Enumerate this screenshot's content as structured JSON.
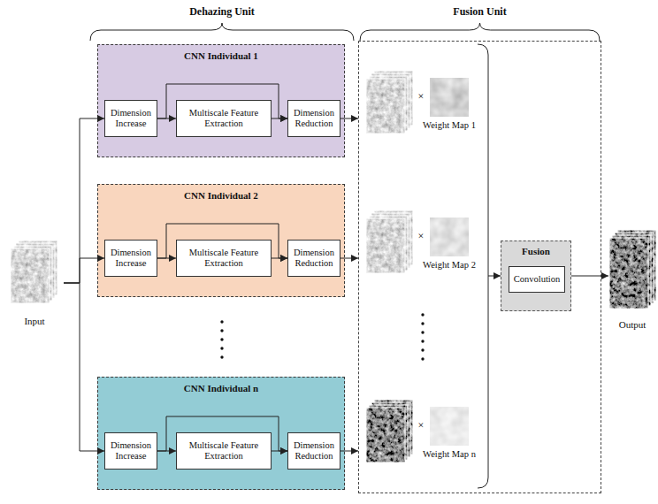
{
  "diagram": {
    "nodes": [
      {
        "text": [
          "Input"
        ]
      },
      {
        "text": [
          "Dehazing Unit"
        ]
      },
      {
        "text": [
          "CNN Individual 1"
        ],
        "in": 1
      },
      {
        "text": [
          "Dimension Increase"
        ],
        "in": 2
      },
      {
        "text": [
          "Multiscale Feature Extraction"
        ],
        "in": 2
      },
      {
        "text": [
          "Dimension Reduction"
        ],
        "in": 2
      },
      {
        "text": [
          "CNN Individual 2"
        ],
        "in": 1
      },
      {
        "text": [
          "Dimension Increase"
        ],
        "in": 6
      },
      {
        "text": [
          "Multiscale Feature Extraction"
        ],
        "in": 6
      },
      {
        "text": [
          "Dimension Reduction"
        ],
        "in": 6
      },
      {
        "text": [
          "CNN Individual n"
        ],
        "in": 1
      },
      {
        "text": [
          "Dimension Increase"
        ],
        "in": 10
      },
      {
        "text": [
          "Multiscale Feature Extraction"
        ],
        "in": 10
      },
      {
        "text": [
          "Dimension Reduction"
        ],
        "in": 10
      },
      {
        "text": [
          "Fusion Unit"
        ]
      },
      {
        "text": [
          "Fusion"
        ],
        "in": 14
      },
      {
        "text": [
          "Convolution"
        ],
        "in": 15
      },
      {
        "text": [
          "Output"
        ]
      }
    ],
    "edges": [
      {
        "from": 0,
        "to": 3,
        "arrow": "to"
      },
      {
        "from": 0,
        "to": 7,
        "arrow": "to"
      },
      {
        "from": 0,
        "to": 11,
        "arrow": "to"
      },
      {
        "from": 3,
        "to": 4,
        "arrow": "to"
      },
      {
        "from": 4,
        "to": 5,
        "arrow": "to"
      },
      {
        "from": 3,
        "to": 5,
        "arrow": "to"
      },
      {
        "from": 7,
        "to": 8,
        "arrow": "to"
      },
      {
        "from": 8,
        "to": 9,
        "arrow": "to"
      },
      {
        "from": 7,
        "to": 9,
        "arrow": "to"
      },
      {
        "from": 11,
        "to": 12,
        "arrow": "to"
      },
      {
        "from": 12,
        "to": 13,
        "arrow": "to"
      },
      {
        "from": 11,
        "to": 13,
        "arrow": "to"
      },
      {
        "from": 5,
        "to": 14,
        "arrow": "to"
      },
      {
        "from": 9,
        "to": 14,
        "arrow": "to"
      },
      {
        "from": 13,
        "to": 14,
        "arrow": "to"
      },
      {
        "from": 15,
        "to": 17,
        "arrow": "to"
      }
    ],
    "labels": [
      "×",
      "Weight Map 1",
      "×",
      "Weight Map 2",
      "×",
      "Weight Map n"
    ]
  }
}
